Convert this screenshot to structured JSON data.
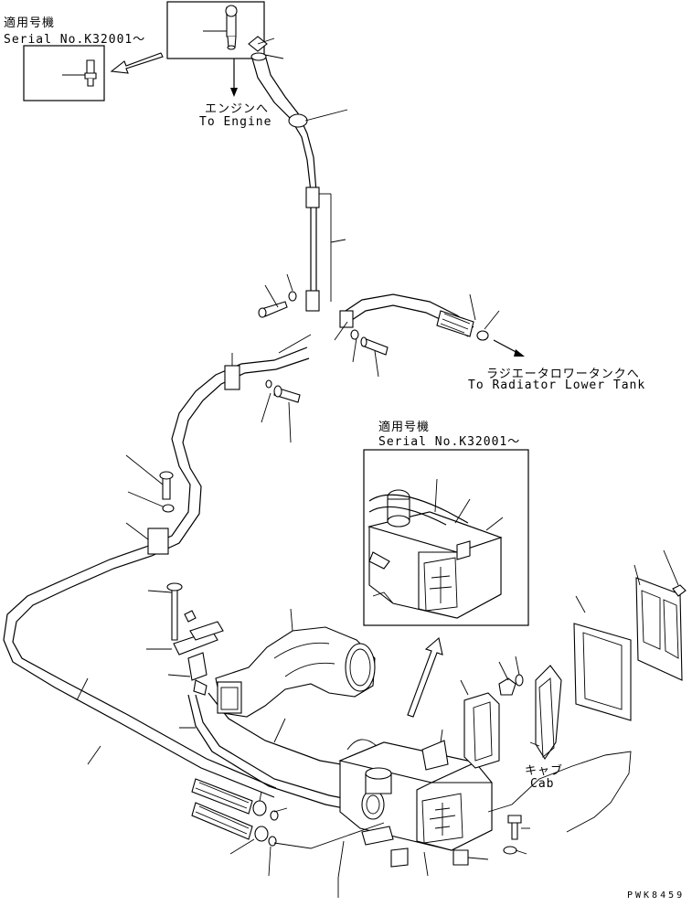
{
  "labels": {
    "serial_top_jp": "適用号機",
    "serial_top_en": "Serial No.K32001～",
    "to_engine_jp": "エンジンへ",
    "to_engine_en": "To Engine",
    "to_radiator_jp": "ラジエータロワータンクへ",
    "to_radiator_en": "To Radiator Lower Tank",
    "serial_mid_jp": "適用号機",
    "serial_mid_en": "Serial No.K32001～",
    "cab_jp": "キャブ",
    "cab_en": "Cab",
    "drawing_code": "PWK8459"
  }
}
